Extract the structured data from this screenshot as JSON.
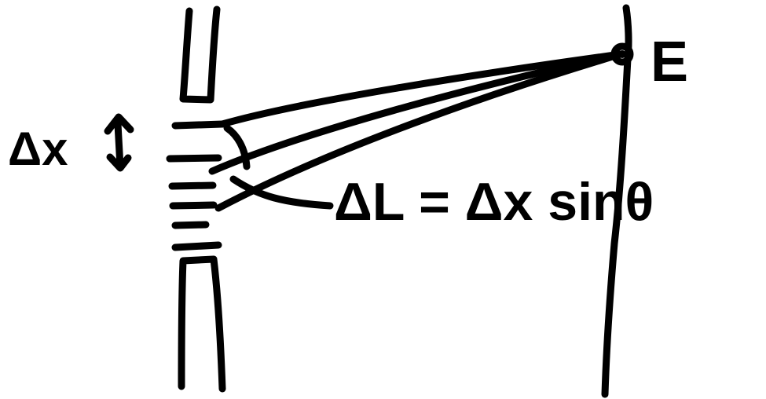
{
  "labels": {
    "delta_x": "Δx",
    "path_difference": "ΔL = Δx sinθ",
    "point_e": "E"
  },
  "colors": {
    "ink": "#000000",
    "background": "#ffffff"
  },
  "icons": {
    "delta_x_marker": "double-arrow-vertical-icon",
    "point_e_marker": "dot-icon"
  }
}
